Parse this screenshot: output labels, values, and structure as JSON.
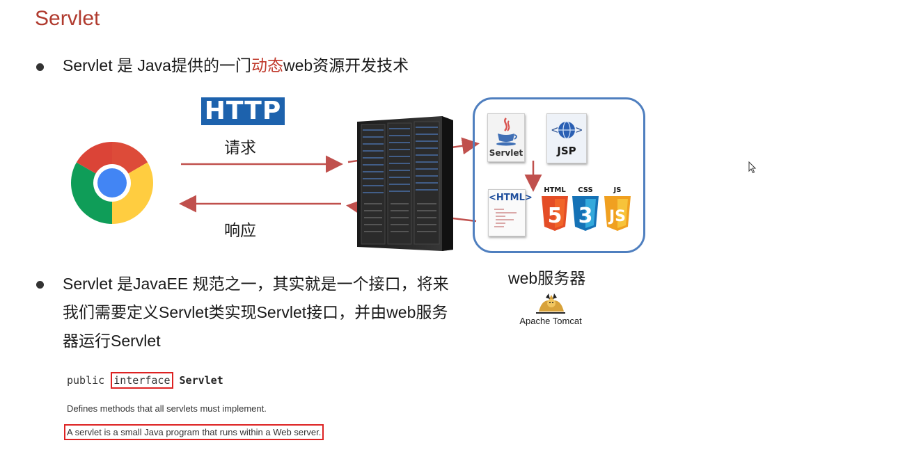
{
  "slide": {
    "title": "Servlet"
  },
  "bullets": [
    {
      "before": "Servlet 是 Java提供的一门",
      "highlight": "动态",
      "after": "web资源开发技术"
    },
    {
      "line1": "Servlet 是JavaEE 规范之一，其实就是一个接口，将来",
      "line2": "我们需要定义Servlet类实现Servlet接口，并由web服务",
      "line3": "器运行Servlet"
    }
  ],
  "diagram": {
    "protocol_logo": "HTTP",
    "request_label": "请求",
    "response_label": "响应",
    "server_label": "web服务器",
    "servlet_icon_label": "Servlet",
    "jsp_icon_label": "JSP",
    "html_doc_label": "<HTML>",
    "html5_label": "HTML",
    "css3_label": "CSS",
    "js_label": "JS",
    "html5_num": "5",
    "css3_num": "3",
    "js_num": "JS",
    "tomcat_label": "Apache Tomcat",
    "accent_color": "#c0392b",
    "box_color": "#4f7fbf"
  },
  "javadoc": {
    "keyword_public": "public",
    "keyword_interface": "interface",
    "type_name": "Servlet",
    "description": "Defines methods that all servlets must implement.",
    "highlighted_sentence": "A servlet is a small Java program that runs within a Web server."
  }
}
